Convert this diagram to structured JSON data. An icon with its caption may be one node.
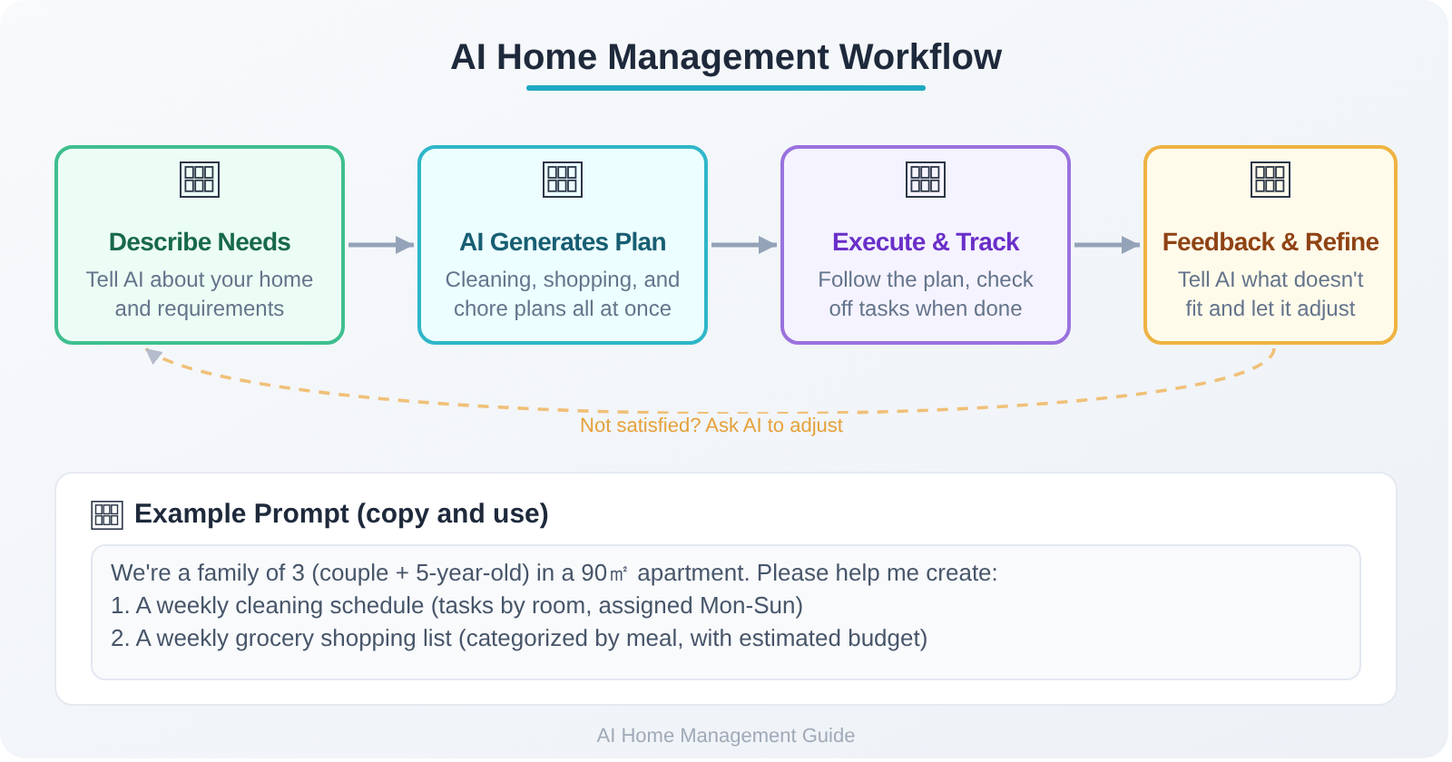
{
  "diagram": {
    "title": "AI Home Management Workflow",
    "nodes": [
      {
        "text": [
          "Describe Needs",
          "Tell AI about your home and requirements"
        ]
      },
      {
        "text": [
          "AI Generates Plan",
          "Cleaning, shopping, and chore plans all at once"
        ]
      },
      {
        "text": [
          "Execute & Track",
          "Follow the plan, check off tasks when done"
        ]
      },
      {
        "text": [
          "Feedback & Refine",
          "Tell AI what doesn't fit and let it adjust"
        ]
      },
      {
        "text": [
          "Example Prompt (copy and use)"
        ]
      },
      {
        "text": [
          "We're a family of 3 (couple + 5-year-old) in a 90㎡ apartment. Please help me create:",
          "1. A weekly cleaning schedule (tasks by room, assigned Mon-Sun)",
          "2. A weekly grocery shopping list (categorized by meal, with estimated budget)"
        ],
        "in": 4
      }
    ],
    "edges": [
      {
        "from": 0,
        "to": 1,
        "arrow": "to"
      },
      {
        "from": 1,
        "to": 2,
        "arrow": "to"
      },
      {
        "from": 2,
        "to": 3,
        "arrow": "to"
      },
      {
        "from": 3,
        "to": 0,
        "arrow": "to",
        "label": "Not satisfied? Ask AI to adjust",
        "style": "dashed",
        "color": "#f0c078"
      }
    ],
    "labels": [
      "AI Home Management Guide"
    ]
  }
}
